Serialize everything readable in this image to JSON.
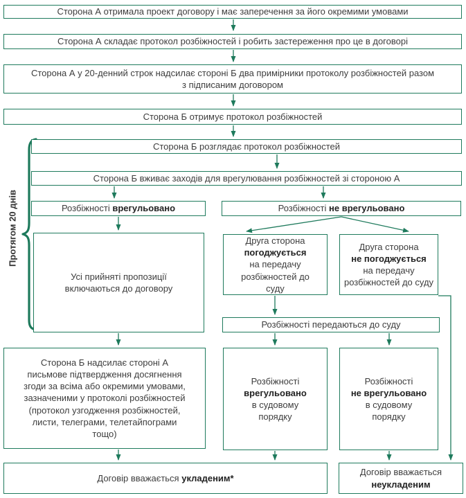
{
  "diagram": {
    "type": "flowchart",
    "language": "uk",
    "accent_color": "#1e7a5c",
    "text_color": "#3d3d3d",
    "brace_label": "Протягом 20 днів",
    "nodes": {
      "s1": {
        "text": "Сторона А отримала проект договору і має заперечення за його окремими умовами"
      },
      "s2": {
        "text": "Сторона А складає протокол розбіжностей і робить застереження про це в договорі"
      },
      "s3": {
        "text": "Сторона А у 20-денний строк надсилає стороні Б два примірники протоколу розбіжностей разом\nз підписаним договором"
      },
      "s4": {
        "text": "Сторона Б отримує протокол розбіжностей"
      },
      "s5": {
        "text": "Сторона Б розглядає протокол розбіжностей"
      },
      "s6": {
        "text": "Сторона Б вживає заходів для врегулювання розбіжностей зі стороною А"
      },
      "resolved": {
        "pre": "Розбіжності ",
        "bold": "врегульовано",
        "post": ""
      },
      "unresolved": {
        "pre": "Розбіжності ",
        "bold": "не врегульовано",
        "post": ""
      },
      "proposals": {
        "text": "Усі прийняті пропозиції\nвключаються до договору"
      },
      "agree": {
        "pre": "Друга сторона\n",
        "bold": "погоджується",
        "post": "\nна передачу\nрозбіжностей до\nсуду"
      },
      "disagree": {
        "pre": "Друга сторона\n",
        "bold": "не погоджується",
        "post": "\nна передачу\nрозбіжностей до суду"
      },
      "to_court": {
        "text": "Розбіжності передаються до суду"
      },
      "confirmation": {
        "text": "Сторона Б надсилає стороні А\nписьмове підтвердження досягнення\nзгоди за всіма або окремими умовами,\nзазначеними у протоколі розбіжностей\n(протокол узгодження розбіжностей,\nлисти, телеграми, телетайпограми\nтощо)"
      },
      "court_resolved": {
        "pre": "Розбіжності\n",
        "bold": "врегульовано",
        "post": "\nв судовому\nпорядку"
      },
      "court_unresolved": {
        "pre": "Розбіжності\n",
        "bold": "не врегульовано",
        "post": "\nв судовому\nпорядку"
      },
      "concluded": {
        "pre": "Договір вважається ",
        "bold": "укладеним*",
        "post": ""
      },
      "not_concluded": {
        "pre": "Договір вважається\n",
        "bold": "неукладеним",
        "post": ""
      }
    }
  }
}
